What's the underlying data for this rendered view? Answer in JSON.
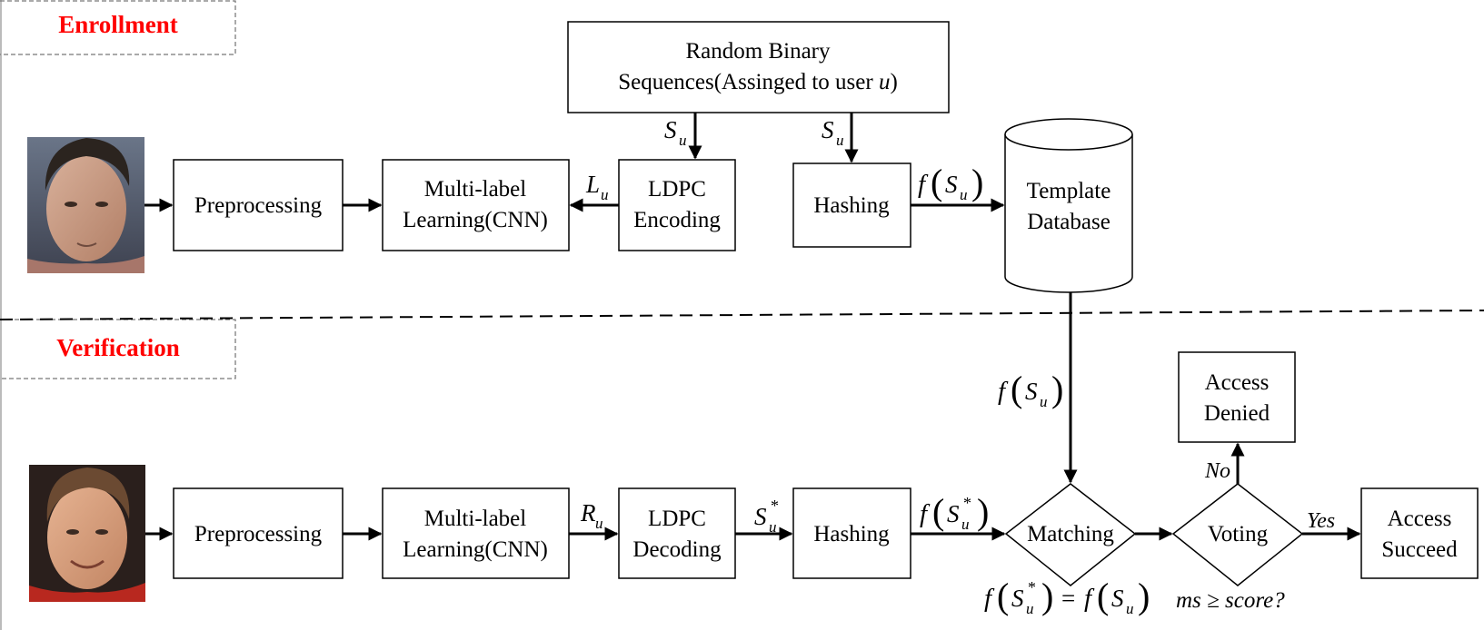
{
  "sections": {
    "enrollment": "Enrollment",
    "verification": "Verification",
    "color": "#ff0000"
  },
  "enrollment": {
    "rbs_line1": "Random Binary",
    "rbs_line2_a": "Sequences(Assinged to user ",
    "rbs_line2_b": "u",
    "rbs_line2_c": ")",
    "preprocessing": "Preprocessing",
    "mll_line1": "Multi-label",
    "mll_line2": "Learning(CNN)",
    "ldpc_line1": "LDPC",
    "ldpc_line2": "Encoding",
    "hashing": "Hashing",
    "db_line1": "Template",
    "db_line2": "Database"
  },
  "verification": {
    "preprocessing": "Preprocessing",
    "mll_line1": "Multi-label",
    "mll_line2": "Learning(CNN)",
    "ldpc_line1": "LDPC",
    "ldpc_line2": "Decoding",
    "hashing": "Hashing",
    "matching": "Matching",
    "voting": "Voting",
    "denied_line1": "Access",
    "denied_line2": "Denied",
    "succeed_line1": "Access",
    "succeed_line2": "Succeed",
    "no": "No",
    "yes": "Yes"
  },
  "math": {
    "S": "S",
    "u": "u",
    "L": "L",
    "R": "R",
    "f": "f",
    "star": "*",
    "eq": "=",
    "cond": "ms ≥ score?"
  },
  "photo_enroll_icon": "face-photo-icon",
  "photo_verify_icon": "face-photo-icon"
}
